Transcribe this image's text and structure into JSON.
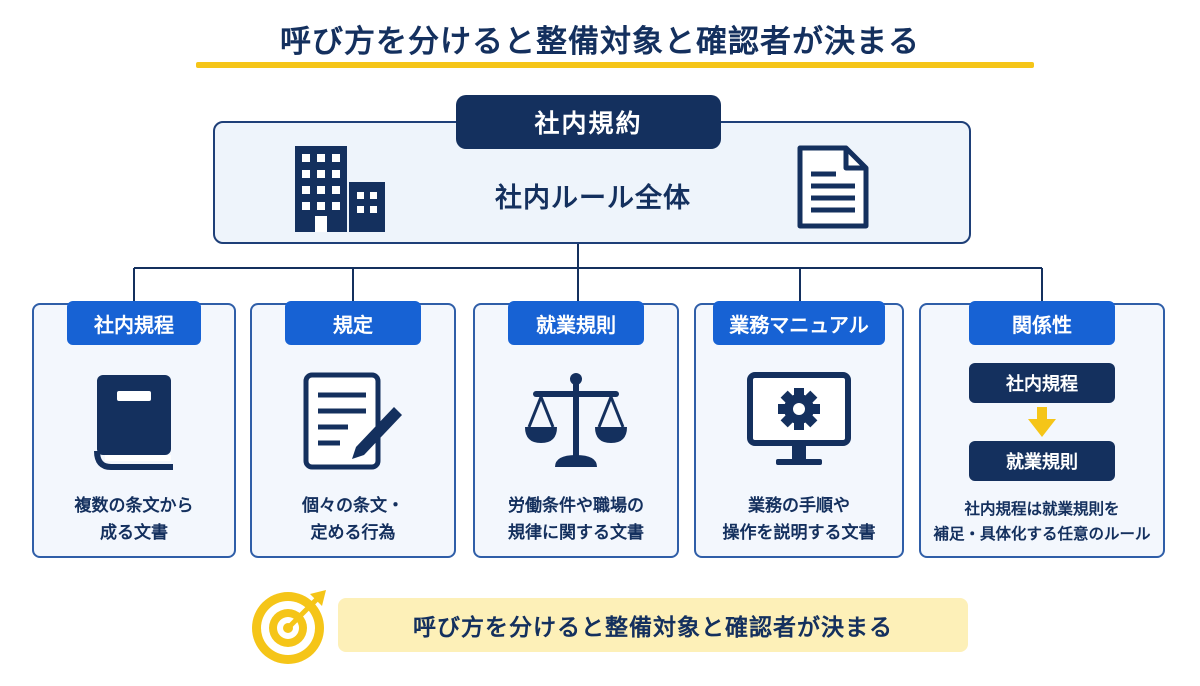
{
  "title": "呼び方を分けると整備対象と確認者が決まる",
  "top": {
    "badge": "社内規約",
    "text": "社内ルール全体"
  },
  "cards": [
    {
      "label": "社内規程",
      "icon": "book-icon",
      "desc_line1": "複数の条文から",
      "desc_line2": "成る文書"
    },
    {
      "label": "規定",
      "icon": "document-pencil-icon",
      "desc_line1": "個々の条文・",
      "desc_line2": "定める行為"
    },
    {
      "label": "就業規則",
      "icon": "scales-icon",
      "desc_line1": "労働条件や職場の",
      "desc_line2": "規律に関する文書"
    },
    {
      "label": "業務マニュアル",
      "icon": "monitor-gear-icon",
      "desc_line1": "業務の手順や",
      "desc_line2": "操作を説明する文書"
    }
  ],
  "relation": {
    "label": "関係性",
    "from": "社内規程",
    "to": "就業規則",
    "desc_line1": "社内規程は就業規則を",
    "desc_line2": "補足・具体化する任意のルール"
  },
  "bottom": {
    "text": "呼び方を分けると整備対象と確認者が決まる"
  },
  "colors": {
    "navy": "#14305e",
    "blue": "#1762d4",
    "accent_yellow": "#f5c518",
    "banner_bg": "#fdf0b8",
    "card_bg": "#f3f7fd"
  }
}
